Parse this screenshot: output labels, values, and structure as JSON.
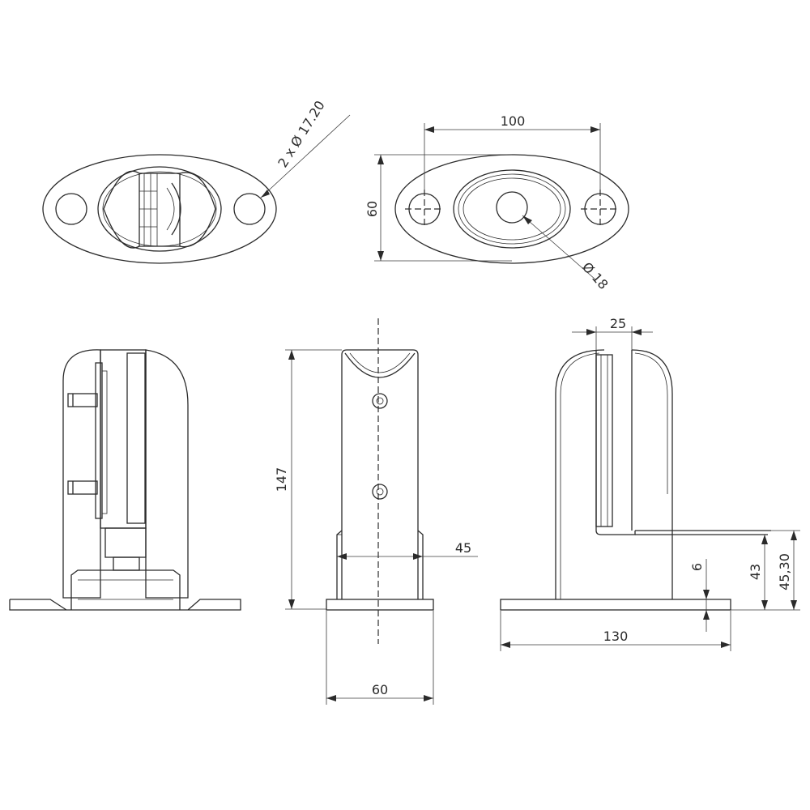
{
  "dimensions": {
    "holes_diameter": "2 x Ø 17.20",
    "hole_spacing": "100",
    "base_depth": "60",
    "center_hole_diameter": "Ø 18",
    "glass_slot_width": "25",
    "post_height": "147",
    "post_width": "45",
    "front_base_width": "60",
    "base_length": "130",
    "base_thickness": "6",
    "slot_floor_height": "43",
    "overall_slot_height": "45,30"
  },
  "views": [
    "top-view-clamp",
    "top-view-base",
    "section-view",
    "front-view",
    "side-view"
  ]
}
